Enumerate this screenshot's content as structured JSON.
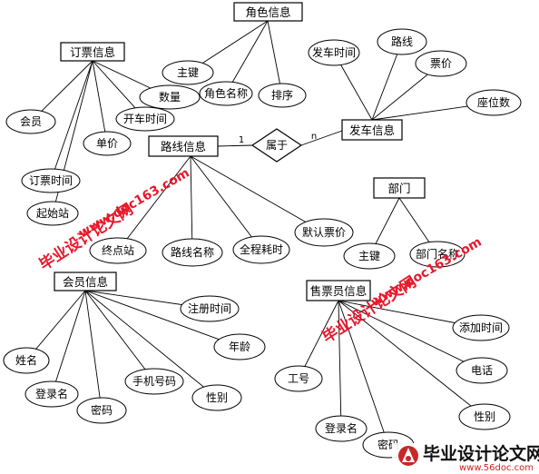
{
  "entities": {
    "role": "角色信息",
    "booking": "订票信息",
    "departure": "发车信息",
    "route": "路线信息",
    "department": "部门",
    "member": "会员信息",
    "seller": "售票员信息"
  },
  "relationship": {
    "label": "属于",
    "card_left": "1",
    "card_right": "n"
  },
  "attributes": {
    "role": [
      "主键",
      "角色名称",
      "排序"
    ],
    "booking": [
      "会员",
      "单价",
      "订票时间",
      "起始站",
      "数量",
      "开车时间"
    ],
    "departure": [
      "发车时间",
      "路线",
      "票价",
      "座位数"
    ],
    "route": [
      "终点站",
      "路线名称",
      "全程耗时",
      "默认票价"
    ],
    "department": [
      "主键",
      "部门名称"
    ],
    "member": [
      "姓名",
      "登录名",
      "密码",
      "手机号码",
      "性别",
      "年龄",
      "注册时间"
    ],
    "seller": [
      "工号",
      "登录名",
      "密码",
      "性别",
      "电话",
      "添加时间"
    ]
  },
  "watermark": {
    "site_text": "www.doc163.com",
    "cn_text": "毕业设计论文网",
    "logo_cn": "毕业设计论文网",
    "logo_url": "www.56doc.com"
  }
}
